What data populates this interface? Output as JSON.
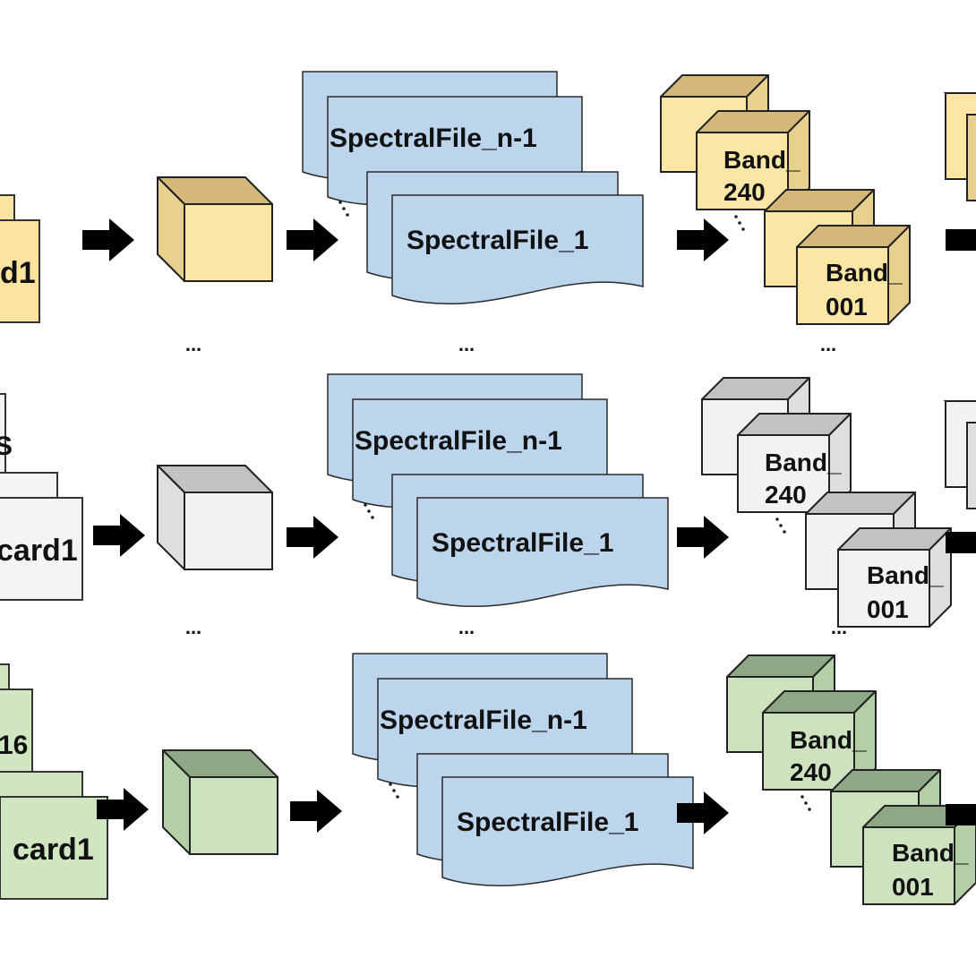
{
  "rows": [
    {
      "theme": "yellow",
      "colors": {
        "front": "#fbe6a6",
        "top": "#d4b87a",
        "side": "#e8d08f",
        "card": "#fbe3a0"
      },
      "card_labels": [
        "",
        "d1"
      ],
      "spectral_back_label": "SpectralFile_n-1",
      "spectral_front_label": "SpectralFile_1",
      "band_back_label_line1": "Band_",
      "band_back_label_line2": "240",
      "band_front_label_line1": "Band_",
      "band_front_label_line2": "001"
    },
    {
      "theme": "gray",
      "colors": {
        "front": "#f2f2f2",
        "top": "#c2c2c2",
        "side": "#dedede",
        "card": "#f4f4f4"
      },
      "card_labels": [
        "S",
        "card1"
      ],
      "spectral_back_label": "SpectralFile_n-1",
      "spectral_front_label": "SpectralFile_1",
      "band_back_label_line1": "Band_",
      "band_back_label_line2": "240",
      "band_front_label_line1": "Band_",
      "band_front_label_line2": "001"
    },
    {
      "theme": "green",
      "colors": {
        "front": "#cde3bf",
        "top": "#8fa987",
        "side": "#b4cfa6",
        "card": "#cfe6c0"
      },
      "card_labels": [
        "16",
        "card1"
      ],
      "spectral_back_label": "SpectralFile_n-1",
      "spectral_front_label": "SpectralFile_1",
      "band_back_label_line1": "Band_",
      "band_back_label_line2": "240",
      "band_front_label_line1": "Band_",
      "band_front_label_line2": "001"
    }
  ],
  "ellipsis": "...",
  "spectral_color": "#bcd5ec",
  "arrow_color": "#000000"
}
